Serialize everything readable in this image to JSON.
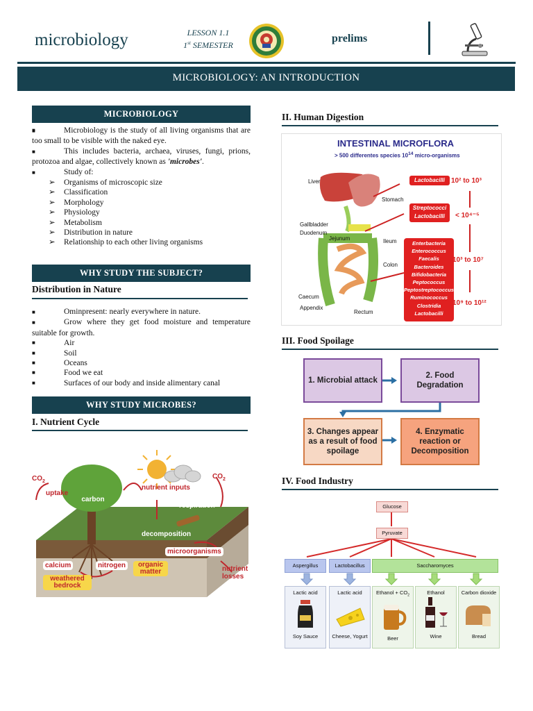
{
  "header": {
    "brand": "microbiology",
    "lesson_line1": "LESSON 1.1",
    "lesson_num": "1",
    "lesson_sup": "st",
    "lesson_rest": " SEMESTER",
    "prelims": "prelims"
  },
  "banner": "MICROBIOLOGY: AN INTRODUCTION",
  "left": {
    "microbiology": {
      "heading": "MICROBIOLOGY",
      "para1": "Microbiology is the study of all living organisms that are too small to be visible with the naked eye.",
      "para2_main": "This includes bacteria, archaea, viruses, fungi, prions, protozoa and algae, collectively known as",
      "para2_term": "'microbes'",
      "para2_end": ".",
      "study_of": "Study of:",
      "items": [
        "Organisms of microscopic size",
        "Classification",
        "Morphology",
        "Physiology",
        "Metabolism",
        "Distribution in nature",
        "Relationship to each other living organisms"
      ]
    },
    "why_subject": {
      "heading": "WHY STUDY THE SUBJECT?",
      "subheading": "Distribution in Nature",
      "para1": "Ominpresent: nearly everywhere in nature.",
      "para2": "Grow where they get food moisture and temperature suitable for growth.",
      "items": [
        "Air",
        "Soil",
        "Oceans",
        "Food we eat",
        "Surfaces of our body and inside alimentary canal"
      ]
    },
    "why_microbes": {
      "heading": "WHY STUDY MICROBES?",
      "subheading": "I. Nutrient Cycle",
      "cycle_labels": {
        "co2_left": "CO",
        "co2_right": "CO",
        "uptake": "uptake",
        "carbon": "carbon",
        "nutrient_inputs": "nutrient inputs",
        "respiration": "respiration",
        "decomposition": "decomposition",
        "microorganisms": "microorganisms",
        "calcium": "calcium",
        "nitrogen": "nitrogen",
        "organic_matter": "organic matter",
        "weathered_bedrock": "weathered bedrock",
        "nutrient_losses": "nutrient losses"
      }
    }
  },
  "right": {
    "human_digestion": {
      "heading": "II. Human Digestion",
      "title": "INTESTINAL MICROFLORA",
      "subtitle": "> 500 differentes species  10",
      "subtitle_sup": "14",
      "subtitle_end": " micro-organisms",
      "organs": [
        "Liver",
        "Stomach",
        "Gallbladder",
        "Duodenum",
        "Jejunum",
        "Ileum",
        "Colon",
        "Caecum",
        "Appendix",
        "Rectum"
      ],
      "box1": [
        "Lactobacilli"
      ],
      "box2": [
        "Streptococci",
        "Lactobacilli"
      ],
      "box3": [
        "Enterbacteria",
        "Enterococcus",
        "Faecalis",
        "Bacteroides",
        "Bifidobacteria",
        "Peptococcus",
        "Peptostreptococcus",
        "Ruminococcus",
        "Clostridia",
        "Lactobacilli"
      ],
      "counts": [
        "10² to 10³",
        "< 10⁴⁻⁵",
        "10³ to 10⁷",
        "10⁹ to 10¹²"
      ]
    },
    "food_spoilage": {
      "heading": "III. Food Spoilage",
      "steps": [
        "1. Microbial attack",
        "2. Food Degradation",
        "3. Changes appear as a result of food spoilage",
        "4. Enzymatic reaction or Decomposition"
      ]
    },
    "food_industry": {
      "heading": "IV. Food Industry",
      "glucose": "Glucose",
      "pyruvate": "Pyruvate",
      "organisms": [
        "Aspergillus",
        "Lactobacillus",
        "Saccharomyces"
      ],
      "products": [
        "Lactic acid",
        "Lactic acid",
        "Ethanol + CO",
        "Ethanol",
        "Carbon dioxide"
      ],
      "foods": [
        "Soy Sauce",
        "Cheese, Yogurt",
        "Beer",
        "Wine",
        "Bread"
      ]
    }
  }
}
